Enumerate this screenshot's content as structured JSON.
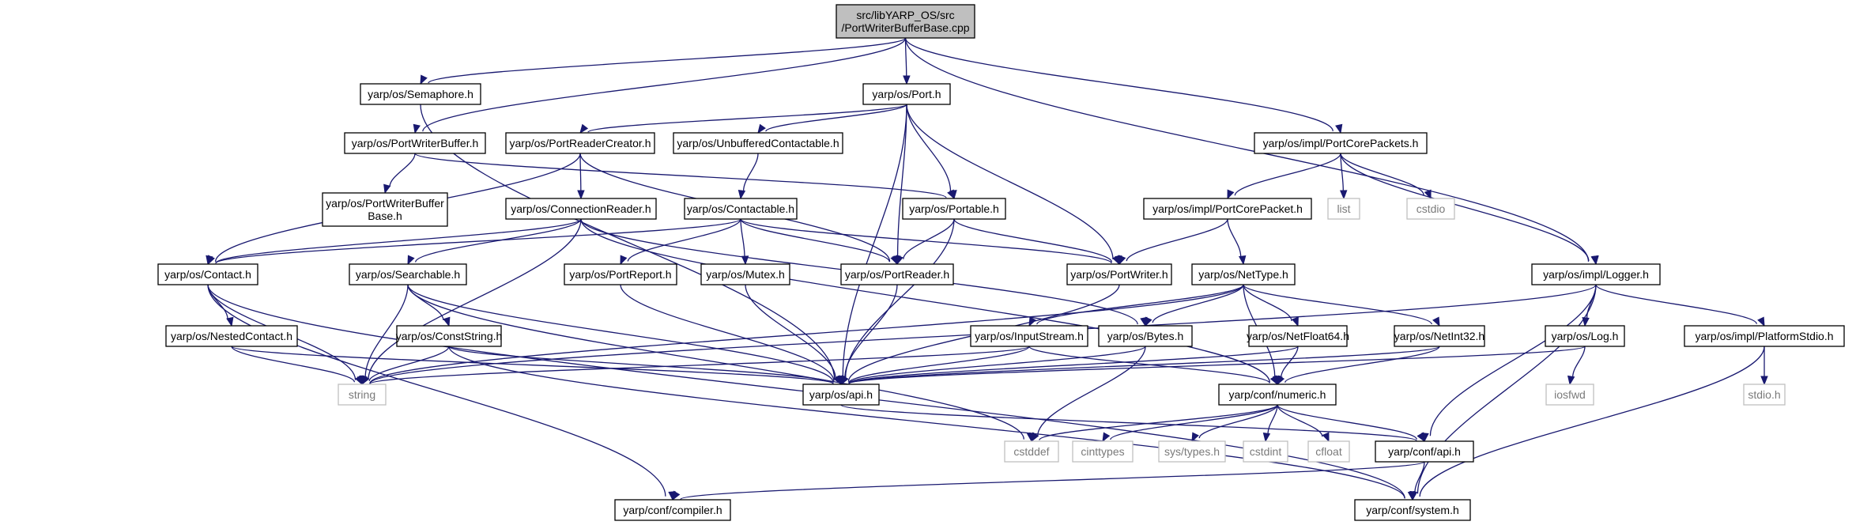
{
  "colors": {
    "edge": "#191970",
    "node_border": "#000000",
    "external_border": "#bfbfbf",
    "root_fill": "#bfbfbf",
    "external_text": "#7a7a7a"
  },
  "nodes": [
    {
      "id": "root",
      "lines": [
        "src/libYARP_OS/src",
        "/PortWriterBufferBase.cpp"
      ],
      "style": "root"
    },
    {
      "id": "semaphore",
      "lines": [
        "yarp/os/Semaphore.h"
      ],
      "style": "normal"
    },
    {
      "id": "port",
      "lines": [
        "yarp/os/Port.h"
      ],
      "style": "normal"
    },
    {
      "id": "portwriterbuffer",
      "lines": [
        "yarp/os/PortWriterBuffer.h"
      ],
      "style": "normal"
    },
    {
      "id": "portreadercreator",
      "lines": [
        "yarp/os/PortReaderCreator.h"
      ],
      "style": "normal"
    },
    {
      "id": "unbuffered",
      "lines": [
        "yarp/os/UnbufferedContactable.h"
      ],
      "style": "normal"
    },
    {
      "id": "portcorepackets",
      "lines": [
        "yarp/os/impl/PortCorePackets.h"
      ],
      "style": "normal"
    },
    {
      "id": "pwbbase",
      "lines": [
        "yarp/os/PortWriterBuffer",
        "Base.h"
      ],
      "style": "normal"
    },
    {
      "id": "connectionreader",
      "lines": [
        "yarp/os/ConnectionReader.h"
      ],
      "style": "normal"
    },
    {
      "id": "contactable",
      "lines": [
        "yarp/os/Contactable.h"
      ],
      "style": "normal"
    },
    {
      "id": "portable",
      "lines": [
        "yarp/os/Portable.h"
      ],
      "style": "normal"
    },
    {
      "id": "portcorepacket",
      "lines": [
        "yarp/os/impl/PortCorePacket.h"
      ],
      "style": "normal"
    },
    {
      "id": "list",
      "lines": [
        "list"
      ],
      "style": "external"
    },
    {
      "id": "cstdio",
      "lines": [
        "cstdio"
      ],
      "style": "external"
    },
    {
      "id": "contact",
      "lines": [
        "yarp/os/Contact.h"
      ],
      "style": "normal"
    },
    {
      "id": "searchable",
      "lines": [
        "yarp/os/Searchable.h"
      ],
      "style": "normal"
    },
    {
      "id": "portreport",
      "lines": [
        "yarp/os/PortReport.h"
      ],
      "style": "normal"
    },
    {
      "id": "mutex",
      "lines": [
        "yarp/os/Mutex.h"
      ],
      "style": "normal"
    },
    {
      "id": "portreader",
      "lines": [
        "yarp/os/PortReader.h"
      ],
      "style": "normal"
    },
    {
      "id": "portwriter",
      "lines": [
        "yarp/os/PortWriter.h"
      ],
      "style": "normal"
    },
    {
      "id": "nettype",
      "lines": [
        "yarp/os/NetType.h"
      ],
      "style": "normal"
    },
    {
      "id": "logger",
      "lines": [
        "yarp/os/impl/Logger.h"
      ],
      "style": "normal"
    },
    {
      "id": "nestedcontact",
      "lines": [
        "yarp/os/NestedContact.h"
      ],
      "style": "normal"
    },
    {
      "id": "conststring",
      "lines": [
        "yarp/os/ConstString.h"
      ],
      "style": "normal"
    },
    {
      "id": "inputstream",
      "lines": [
        "yarp/os/InputStream.h"
      ],
      "style": "normal"
    },
    {
      "id": "bytes",
      "lines": [
        "yarp/os/Bytes.h"
      ],
      "style": "normal"
    },
    {
      "id": "netfloat64",
      "lines": [
        "yarp/os/NetFloat64.h"
      ],
      "style": "normal"
    },
    {
      "id": "netint32",
      "lines": [
        "yarp/os/NetInt32.h"
      ],
      "style": "normal"
    },
    {
      "id": "log",
      "lines": [
        "yarp/os/Log.h"
      ],
      "style": "normal"
    },
    {
      "id": "platformstdio",
      "lines": [
        "yarp/os/impl/PlatformStdio.h"
      ],
      "style": "normal"
    },
    {
      "id": "string",
      "lines": [
        "string"
      ],
      "style": "external"
    },
    {
      "id": "osapi",
      "lines": [
        "yarp/os/api.h"
      ],
      "style": "normal"
    },
    {
      "id": "numeric",
      "lines": [
        "yarp/conf/numeric.h"
      ],
      "style": "normal"
    },
    {
      "id": "iosfwd",
      "lines": [
        "iosfwd"
      ],
      "style": "external"
    },
    {
      "id": "stdio",
      "lines": [
        "stdio.h"
      ],
      "style": "external"
    },
    {
      "id": "cstddef",
      "lines": [
        "cstddef"
      ],
      "style": "external"
    },
    {
      "id": "cinttypes",
      "lines": [
        "cinttypes"
      ],
      "style": "external"
    },
    {
      "id": "systypes",
      "lines": [
        "sys/types.h"
      ],
      "style": "external"
    },
    {
      "id": "cstdint",
      "lines": [
        "cstdint"
      ],
      "style": "external"
    },
    {
      "id": "cfloat",
      "lines": [
        "cfloat"
      ],
      "style": "external"
    },
    {
      "id": "confapi",
      "lines": [
        "yarp/conf/api.h"
      ],
      "style": "normal"
    },
    {
      "id": "compiler",
      "lines": [
        "yarp/conf/compiler.h"
      ],
      "style": "normal"
    },
    {
      "id": "system",
      "lines": [
        "yarp/conf/system.h"
      ],
      "style": "normal"
    }
  ],
  "edges": [
    [
      "root",
      "semaphore"
    ],
    [
      "root",
      "port"
    ],
    [
      "root",
      "portwriterbuffer"
    ],
    [
      "root",
      "portcorepackets"
    ],
    [
      "root",
      "logger"
    ],
    [
      "semaphore",
      "osapi"
    ],
    [
      "port",
      "portreadercreator"
    ],
    [
      "port",
      "unbuffered"
    ],
    [
      "port",
      "portable"
    ],
    [
      "port",
      "portreader"
    ],
    [
      "port",
      "portwriter"
    ],
    [
      "port",
      "osapi"
    ],
    [
      "portwriterbuffer",
      "pwbbase"
    ],
    [
      "portwriterbuffer",
      "portable"
    ],
    [
      "portreadercreator",
      "connectionreader"
    ],
    [
      "portreadercreator",
      "portreader"
    ],
    [
      "portreadercreator",
      "contact"
    ],
    [
      "unbuffered",
      "contactable"
    ],
    [
      "portcorepackets",
      "portcorepacket"
    ],
    [
      "portcorepackets",
      "list"
    ],
    [
      "portcorepackets",
      "cstdio"
    ],
    [
      "portcorepackets",
      "logger"
    ],
    [
      "connectionreader",
      "contact"
    ],
    [
      "connectionreader",
      "searchable"
    ],
    [
      "connectionreader",
      "bytes"
    ],
    [
      "connectionreader",
      "string"
    ],
    [
      "connectionreader",
      "numeric"
    ],
    [
      "contactable",
      "contact"
    ],
    [
      "contactable",
      "portreport"
    ],
    [
      "contactable",
      "mutex"
    ],
    [
      "contactable",
      "portreader"
    ],
    [
      "contactable",
      "portwriter"
    ],
    [
      "portable",
      "portreader"
    ],
    [
      "portable",
      "portwriter"
    ],
    [
      "portable",
      "osapi"
    ],
    [
      "portcorepacket",
      "portwriter"
    ],
    [
      "portcorepacket",
      "nettype"
    ],
    [
      "contact",
      "nestedcontact"
    ],
    [
      "contact",
      "string"
    ],
    [
      "contact",
      "compiler"
    ],
    [
      "contact",
      "system"
    ],
    [
      "searchable",
      "conststring"
    ],
    [
      "searchable",
      "string"
    ],
    [
      "searchable",
      "osapi"
    ],
    [
      "searchable",
      "cstddef"
    ],
    [
      "portreport",
      "osapi"
    ],
    [
      "mutex",
      "osapi"
    ],
    [
      "portreader",
      "osapi"
    ],
    [
      "portwriter",
      "osapi"
    ],
    [
      "nettype",
      "inputstream"
    ],
    [
      "nettype",
      "bytes"
    ],
    [
      "nettype",
      "netfloat64"
    ],
    [
      "nettype",
      "netint32"
    ],
    [
      "nettype",
      "string"
    ],
    [
      "nettype",
      "numeric"
    ],
    [
      "logger",
      "log"
    ],
    [
      "logger",
      "platformstdio"
    ],
    [
      "logger",
      "string"
    ],
    [
      "logger",
      "confapi"
    ],
    [
      "logger",
      "system"
    ],
    [
      "nestedcontact",
      "string"
    ],
    [
      "nestedcontact",
      "osapi"
    ],
    [
      "conststring",
      "string"
    ],
    [
      "conststring",
      "osapi"
    ],
    [
      "conststring",
      "system"
    ],
    [
      "inputstream",
      "string"
    ],
    [
      "inputstream",
      "osapi"
    ],
    [
      "inputstream",
      "numeric"
    ],
    [
      "bytes",
      "osapi"
    ],
    [
      "bytes",
      "cstddef"
    ],
    [
      "netfloat64",
      "osapi"
    ],
    [
      "netfloat64",
      "numeric"
    ],
    [
      "netint32",
      "osapi"
    ],
    [
      "netint32",
      "numeric"
    ],
    [
      "log",
      "osapi"
    ],
    [
      "log",
      "iosfwd"
    ],
    [
      "platformstdio",
      "stdio"
    ],
    [
      "platformstdio",
      "system"
    ],
    [
      "osapi",
      "confapi"
    ],
    [
      "numeric",
      "cstddef"
    ],
    [
      "numeric",
      "cinttypes"
    ],
    [
      "numeric",
      "systypes"
    ],
    [
      "numeric",
      "cstdint"
    ],
    [
      "numeric",
      "cfloat"
    ],
    [
      "numeric",
      "confapi"
    ],
    [
      "confapi",
      "compiler"
    ],
    [
      "confapi",
      "system"
    ]
  ]
}
